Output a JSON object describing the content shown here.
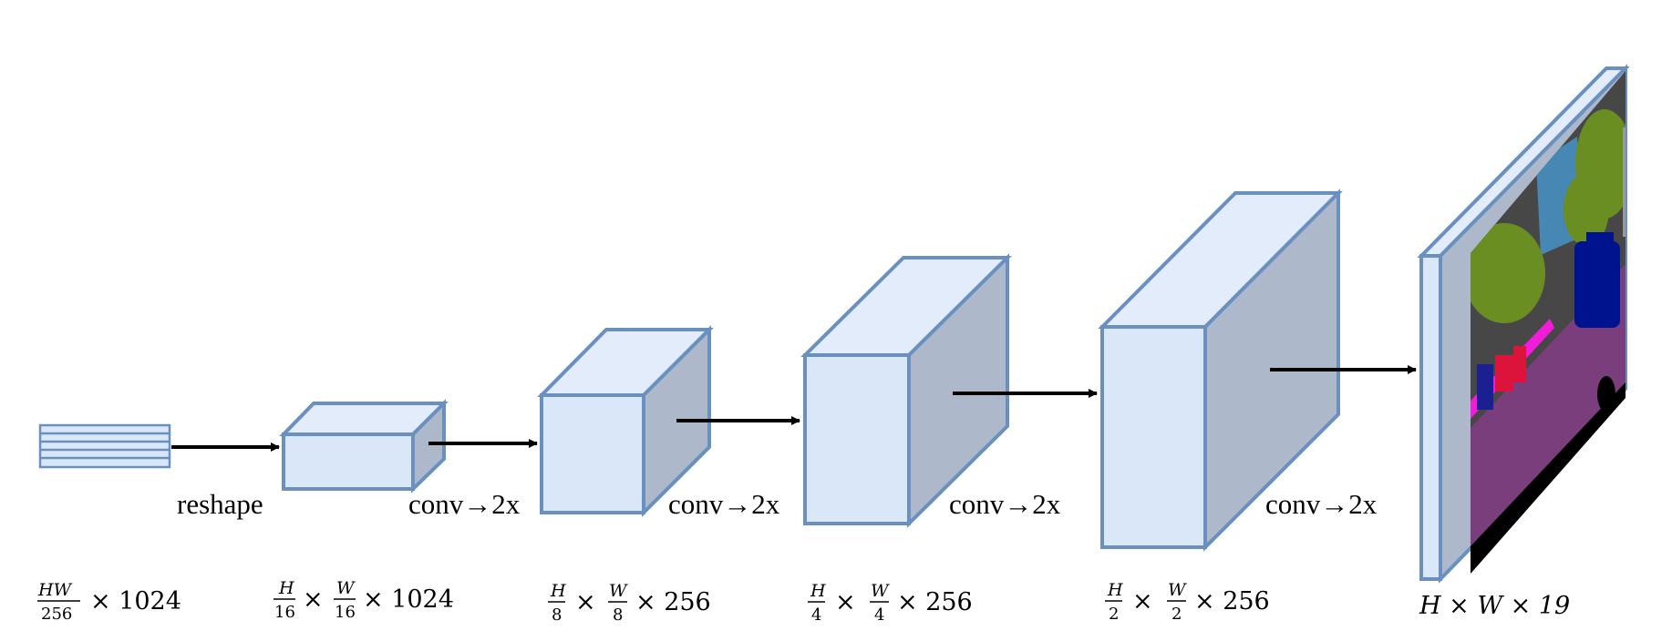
{
  "diagram": {
    "stages": [
      {
        "shape_label": "HW/256 × 1024",
        "op_label": "reshape"
      },
      {
        "shape_label": "H/16 × W/16 × 1024",
        "op_label": "conv→2x"
      },
      {
        "shape_label": "H/8 × W/8 × 256",
        "op_label": "conv→2x"
      },
      {
        "shape_label": "H/4 × W/4 × 256",
        "op_label": "conv→2x"
      },
      {
        "shape_label": "H/2 × W/2 × 256",
        "op_label": "conv→2x"
      },
      {
        "shape_label": "H × W × 19"
      }
    ],
    "output_image": "segmentation-map"
  }
}
